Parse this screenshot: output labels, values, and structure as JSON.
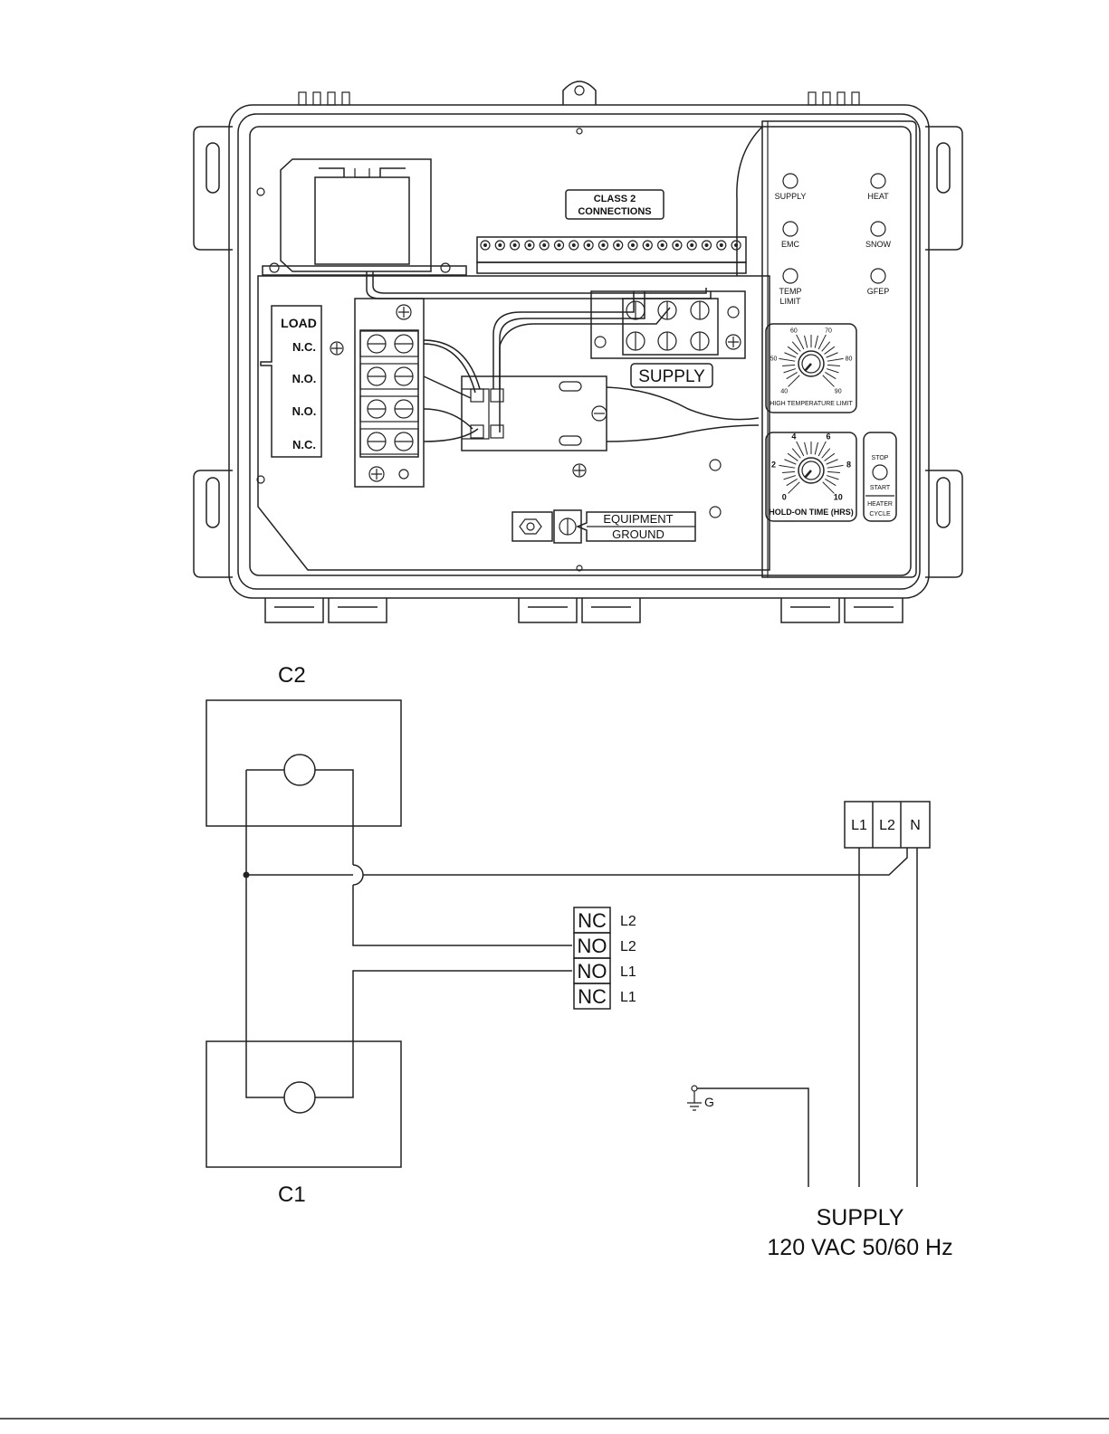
{
  "panel": {
    "class2": [
      "CLASS 2",
      "CONNECTIONS"
    ],
    "load": {
      "title": "LOAD",
      "rows": [
        "N.C.",
        "N.O.",
        "N.O.",
        "N.C."
      ]
    },
    "supply_label": "SUPPLY",
    "equipment_ground": [
      "EQUIPMENT",
      "GROUND"
    ],
    "indicators": [
      {
        "label": "SUPPLY"
      },
      {
        "label": "HEAT"
      },
      {
        "label": "EMC"
      },
      {
        "label": "SNOW"
      },
      {
        "label": "TEMP\nLIMIT"
      },
      {
        "label": "GFEP"
      }
    ],
    "high_temp_dial": {
      "title": "HIGH TEMPERATURE LIMIT",
      "ticks": [
        "40",
        "50",
        "60",
        "70",
        "80",
        "90"
      ]
    },
    "hold_on_dial": {
      "title": "HOLD-ON TIME (HRS)",
      "ticks": [
        "0",
        "2",
        "4",
        "6",
        "8",
        "10"
      ]
    },
    "heater_cycle": {
      "stop": "STOP",
      "start": "START",
      "title_1": "HEATER",
      "title_2": "CYCLE"
    }
  },
  "schematic": {
    "c2_label": "C2",
    "c1_label": "C1",
    "supply_terminals": [
      "L1",
      "L2",
      "N"
    ],
    "relay_terminals": [
      {
        "name": "NC",
        "line": "L2"
      },
      {
        "name": "NO",
        "line": "L2"
      },
      {
        "name": "NO",
        "line": "L1"
      },
      {
        "name": "NC",
        "line": "L1"
      }
    ],
    "ground_label": "G",
    "supply_title": "SUPPLY",
    "supply_rating": "120 VAC 50/60 Hz"
  }
}
